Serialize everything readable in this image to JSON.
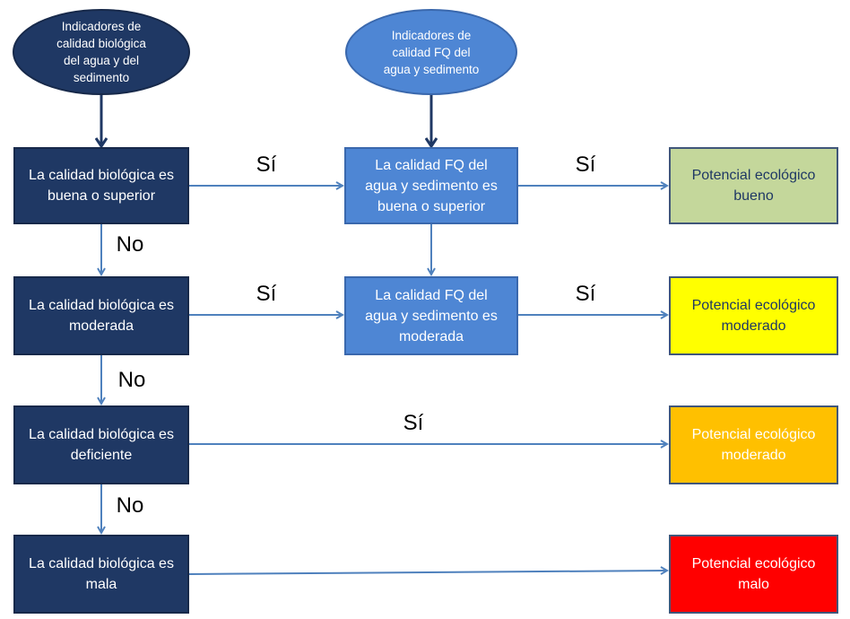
{
  "inputs": [
    {
      "label": "Indicadores de\ncalidad biológica\ndel agua y del\nsedimento",
      "fill": "#1f3864"
    },
    {
      "label": "Indicadores de\ncalidad FQ del\nagua y sedimento",
      "fill": "#4e86d4"
    }
  ],
  "bio_steps": [
    "La calidad biológica es\nbuena o superior",
    "La calidad biológica es\nmoderada",
    "La calidad biológica es\ndeficiente",
    "La calidad biológica es\nmala"
  ],
  "fq_steps": [
    "La calidad FQ del\nagua y sedimento es\nbuena o superior",
    "La calidad FQ del\nagua y sedimento es\nmoderada"
  ],
  "outcomes": [
    {
      "label": "Potencial ecológico\nbueno",
      "fill": "#c4d79b",
      "text_color": "#1f3864"
    },
    {
      "label": "Potencial ecológico\nmoderado",
      "fill": "#ffff00",
      "text_color": "#1f3864"
    },
    {
      "label": "Potencial ecológico\nmoderado",
      "fill": "#ffc000",
      "text_color": "#ffffff"
    },
    {
      "label": "Potencial ecológico\nmalo",
      "fill": "#ff0000",
      "text_color": "#ffffff"
    }
  ],
  "edge_labels": {
    "yes": "Sí",
    "no": "No"
  },
  "colors": {
    "connector": "#4f81bd",
    "input_arrow": "#1f3864"
  }
}
